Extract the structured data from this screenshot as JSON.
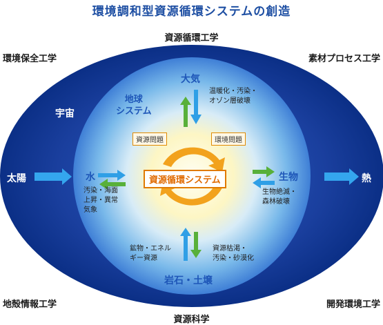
{
  "title": "環境調和型資源循環システムの創造",
  "corners": {
    "top_center": "資源循環工学",
    "top_left": "環境保全工学",
    "top_right": "素材プロセス工学",
    "bottom_left": "地殻情報工学",
    "bottom_center": "資源科学",
    "bottom_right": "開発環境工学"
  },
  "outer": {
    "space": "宇宙",
    "sun": "太陽",
    "heat": "熱"
  },
  "earth": {
    "label": "地球\nシステム",
    "atmosphere": "大気",
    "atmosphere_issues": "温暖化・汚染・\nオゾン層破壊",
    "water": "水",
    "water_issues": "汚染・海面\n上昇・異常\n気象",
    "organisms": "生物",
    "organisms_issues": "生物絶滅・\n森林破壊",
    "rocks": "岩石・土壌",
    "rocks_left_issues": "鉱物・エネル\nギー資源",
    "rocks_right_issues": "資源枯渇・\n汚染・砂漠化"
  },
  "center": {
    "resource_problem": "資源問題",
    "environment_problem": "環境問題",
    "system": "資源循環システム"
  },
  "colors": {
    "outer_ellipse": "#0b2f86",
    "inner_glow": "#fffbe0",
    "arrow_blue": "#2f9fe6",
    "arrow_green": "#58b03a",
    "cycle_orange": "#f2a21d"
  }
}
